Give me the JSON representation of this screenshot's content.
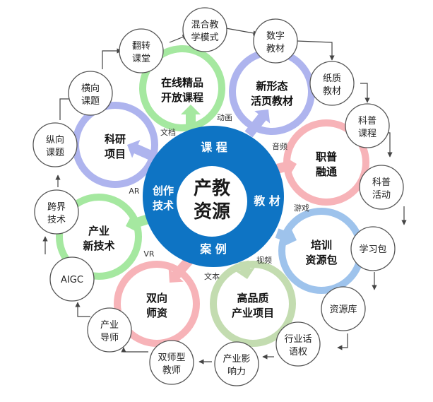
{
  "center": {
    "title_line1": "产教",
    "title_line2": "资源",
    "top": "课 程",
    "right": "教 材",
    "bottom": "案 例",
    "left_line1": "创作",
    "left_line2": "技术"
  },
  "clusters": [
    {
      "id": "online-course",
      "line1": "在线精品",
      "line2": "开放课程",
      "color": "#a5e8a0"
    },
    {
      "id": "new-textbook",
      "line1": "新形态",
      "line2": "活页教材",
      "color": "#aeb4ee"
    },
    {
      "id": "popular-science",
      "line1": "职普",
      "line2": "融通",
      "color": "#f7b3b8"
    },
    {
      "id": "training-package",
      "line1": "培训",
      "line2": "资源包",
      "color": "#9ec3ec"
    },
    {
      "id": "industry-project",
      "line1": "高品质",
      "line2": "产业项目",
      "color": "#c3dcb0"
    },
    {
      "id": "dual-teachers",
      "line1": "双向",
      "line2": "师资",
      "color": "#f7b3b8"
    },
    {
      "id": "industry-tech",
      "line1": "产业",
      "line2": "新技术",
      "color": "#a5e8a0"
    },
    {
      "id": "research-project",
      "line1": "科研",
      "line2": "项目",
      "color": "#aeb4ee"
    }
  ],
  "media_labels": [
    "动画",
    "音频",
    "游戏",
    "视频",
    "文本",
    "VR",
    "AR",
    "文档"
  ],
  "outer_nodes": [
    {
      "line1": "混合教",
      "line2": "学模式"
    },
    {
      "line1": "数字",
      "line2": "教材"
    },
    {
      "line1": "纸质",
      "line2": "教材"
    },
    {
      "line1": "科普",
      "line2": "课程"
    },
    {
      "line1": "科普",
      "line2": "活动"
    },
    {
      "line1": "学习包",
      "line2": ""
    },
    {
      "line1": "资源库",
      "line2": ""
    },
    {
      "line1": "行业话",
      "line2": "语权"
    },
    {
      "line1": "产业影",
      "line2": "响力"
    },
    {
      "line1": "双师型",
      "line2": "教师"
    },
    {
      "line1": "产业",
      "line2": "导师"
    },
    {
      "line1": "AIGC",
      "line2": ""
    },
    {
      "line1": "跨界",
      "line2": "技术"
    },
    {
      "line1": "纵向",
      "line2": "课题"
    },
    {
      "line1": "横向",
      "line2": "课题"
    },
    {
      "line1": "翻转",
      "line2": "课堂"
    }
  ],
  "colors": {
    "center": "#0e74c4",
    "node_stroke": "#555555",
    "connector": "#444444"
  }
}
